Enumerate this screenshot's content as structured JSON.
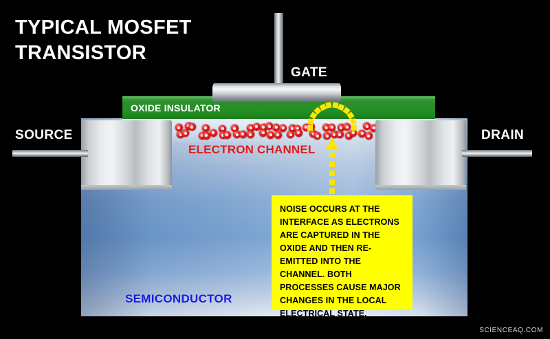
{
  "title": "TYPICAL MOSFET TRANSISTOR",
  "labels": {
    "source": "SOURCE",
    "drain": "DRAIN",
    "gate": "GATE",
    "oxide": "OXIDE INSULATOR",
    "channel": "ELECTRON CHANNEL",
    "semiconductor": "SEMICONDUCTOR"
  },
  "callout": {
    "text": "NOISE OCCURS AT THE INTERFACE AS ELECTRONS ARE CAPTURED IN THE OXIDE AND THEN RE-EMITTED INTO THE CHANNEL. BOTH PROCESSES CAUSE MAJOR CHANGES IN THE LOCAL ELECTRICAL STATE."
  },
  "watermark": "SCIENCEAQ.COM",
  "colors": {
    "background": "#000000",
    "oxide_green": "#239323",
    "electron_red": "#e81d1d",
    "semiconductor_blue": "#1919e0",
    "callout_yellow": "#ffff00",
    "trap_yellow": "#ffe400",
    "metal_silver": "#e9ecee",
    "title_white": "#ffffff"
  },
  "icons": {
    "trap_arc": "dashed-arc-icon",
    "emission_arrow": "up-arrow-icon"
  }
}
